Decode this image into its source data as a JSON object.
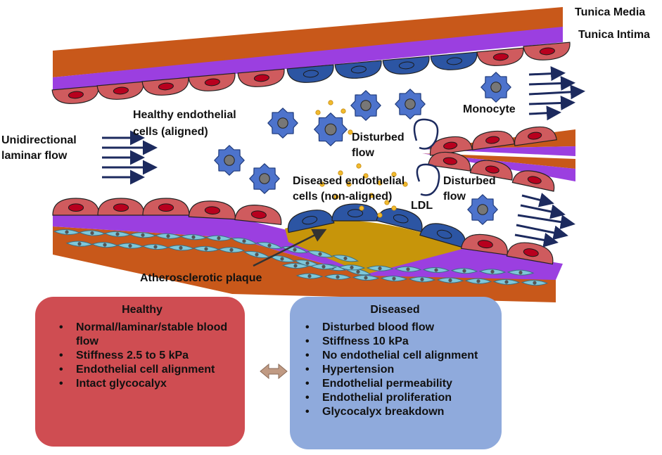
{
  "labels": {
    "tunica_media": "Tunica Media",
    "tunica_intima": "Tunica Intima",
    "monocyte": "Monocyte",
    "healthy_endothelial_1": "Healthy endothelial",
    "healthy_endothelial_2": "cells (aligned)",
    "unidirectional_1": "Unidirectional",
    "unidirectional_2": "laminar flow",
    "disturbed_flow_center_1": "Disturbed",
    "disturbed_flow_center_2": "flow",
    "disturbed_flow_right_1": "Disturbed",
    "disturbed_flow_right_2": "flow",
    "diseased_endothelial_1": "Diseased endothelial",
    "diseased_endothelial_2": "cells (non-aligned)",
    "ldl": "LDL",
    "plaque": "Atherosclerotic plaque"
  },
  "healthy_box": {
    "title": "Healthy",
    "items": [
      "Normal/laminar/stable blood flow",
      "Stiffness 2.5 to 5 kPa",
      "Endothelial cell alignment",
      "Intact glycocalyx"
    ]
  },
  "diseased_box": {
    "title": "Diseased",
    "items": [
      "Disturbed blood flow",
      "Stiffness 10 kPa",
      "No endothelial cell alignment",
      "Hypertension",
      "Endothelial permeability",
      "Endothelial proliferation",
      "Glycocalyx breakdown"
    ]
  },
  "icons": {
    "comparison": "double-arrow-icon"
  },
  "colors": {
    "media": "#C8581A",
    "intima": "#9B3FE0",
    "healthy_cell": "#CF5B5E",
    "healthy_nucleus": "#B8001E",
    "diseased_cell": "#2C55A3",
    "monocyte": "#4D73CC",
    "monocyte_nucleus": "#777777",
    "plaque": "#C7950A",
    "ldl": "#F1BA2D",
    "arrow": "#1C2A5E",
    "smooth_muscle": "#7FC7D9",
    "healthy_box": "#CF4D52",
    "diseased_box": "#8FAADC",
    "comparison_arrow": "#C09A83"
  }
}
